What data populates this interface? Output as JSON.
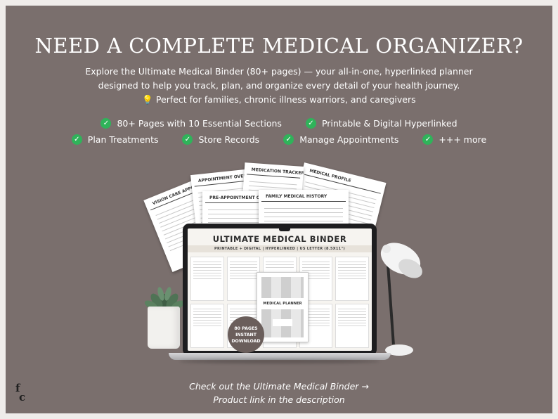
{
  "headline": "NEED A COMPLETE MEDICAL ORGANIZER?",
  "intro": {
    "line1": "Explore the Ultimate Medical Binder (80+ pages) — your all-in-one, hyperlinked planner",
    "line2": "designed to help you track, plan, and organize every detail of your health journey.",
    "line3_icon": "💡",
    "line3": "Perfect for families, chronic illness warriors, and caregivers"
  },
  "features_row1": [
    "80+ Pages with 10 Essential Sections",
    "Printable & Digital Hyperlinked"
  ],
  "features_row2": [
    "Plan Treatments",
    "Store Records",
    "Manage Appointments",
    "+++ more"
  ],
  "check_icon": "check-circle-icon",
  "check_color": "#2fb35a",
  "sheets": {
    "vision": "VISION CARE APPOINTMENT",
    "appointment": "APPOINTMENT OVERVIEW",
    "medication": "MEDICATION TRACKER",
    "profile": "MEDICAL PROFILE",
    "pre_appointment": "PRE-APPOINTMENT CHECKLIST",
    "family": "FAMILY MEDICAL HISTORY"
  },
  "screen": {
    "title": "ULTIMATE MEDICAL BINDER",
    "subtitle": "PRINTABLE + DIGITAL  |  HYPERLINKED  |  US LETTER (8.5X11\")",
    "cover_title": "MEDICAL PLANNER"
  },
  "badge": {
    "line1": "80 PAGES",
    "line2": "INSTANT",
    "line3": "DOWNLOAD"
  },
  "cta": {
    "line1": "Check out the Ultimate Medical Binder →",
    "line2": "Product link in the description"
  },
  "logo": {
    "top": "f",
    "bottom": "c"
  },
  "colors": {
    "background": "#7a6f6d",
    "border": "#efecea",
    "badge": "#6a5e5b"
  }
}
